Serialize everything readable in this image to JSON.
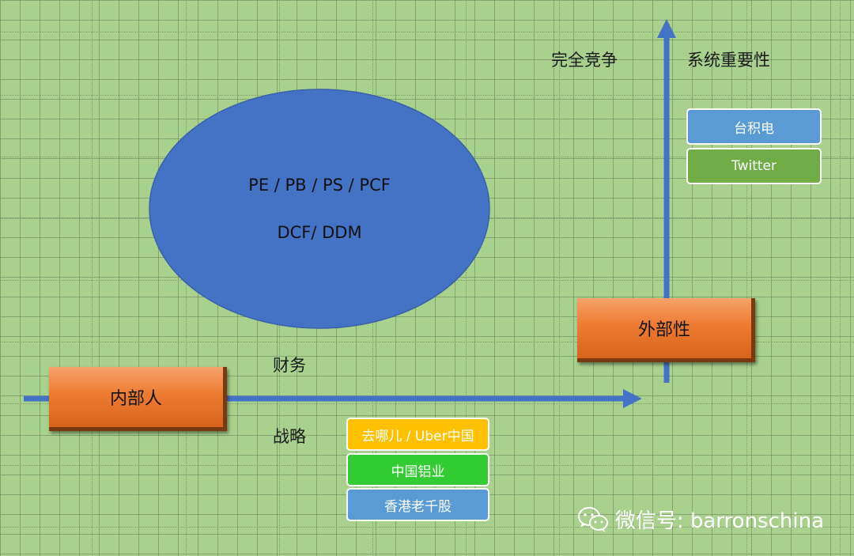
{
  "ellipse": {
    "line1": "PE / PB / PS / PCF",
    "line2": "DCF/ DDM"
  },
  "x_axis": {
    "origin_label": "内部人",
    "upper_label": "财务",
    "lower_label": "战略"
  },
  "y_axis": {
    "origin_label": "外部性",
    "top_left_label": "完全竞争",
    "top_right_label": "系统重要性"
  },
  "top_right_tags": [
    {
      "label": "台积电",
      "color": "#5b9bd5"
    },
    {
      "label": "Twitter",
      "color": "#70ad47"
    }
  ],
  "bottom_tags": [
    {
      "label": "去哪儿 / Uber中国",
      "color": "#ffc000"
    },
    {
      "label": "中国铝业",
      "color": "#33cc33"
    },
    {
      "label": "香港老千股",
      "color": "#5b9bd5"
    }
  ],
  "watermark": {
    "text": "微信号: barronschina"
  },
  "colors": {
    "background": "#a9d18e",
    "ellipse": "#4472c4",
    "arrow": "#4472c4",
    "box": "#ed7d31"
  }
}
